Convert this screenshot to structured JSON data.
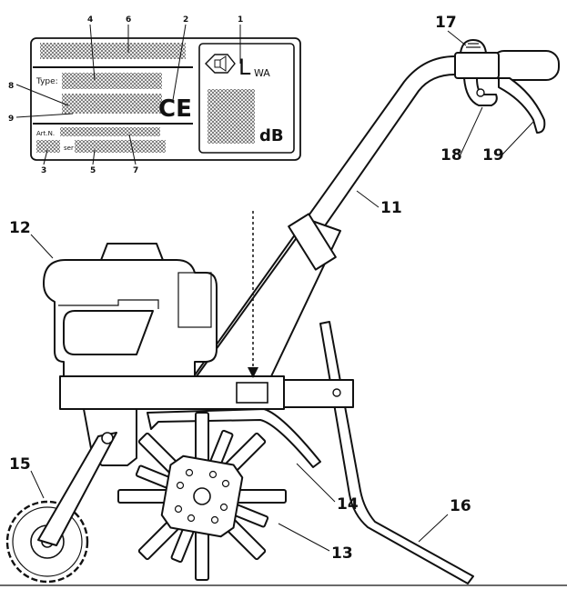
{
  "part_labels": {
    "p11": "11",
    "p12": "12",
    "p13": "13",
    "p14": "14",
    "p15": "15",
    "p16": "16",
    "p17": "17",
    "p18": "18",
    "p19": "19"
  },
  "plate_labels": {
    "n1": "1",
    "n2": "2",
    "n3": "3",
    "n4": "4",
    "n5": "5",
    "n6": "6",
    "n7": "7",
    "n8": "8",
    "n9": "9"
  },
  "plate": {
    "type_label": "Type:",
    "artn_label": "Art.N.",
    "ser_label": "ser",
    "ce_mark": "CE",
    "lwa_l": "L",
    "lwa_sub": "WA",
    "db_unit": "dB"
  }
}
